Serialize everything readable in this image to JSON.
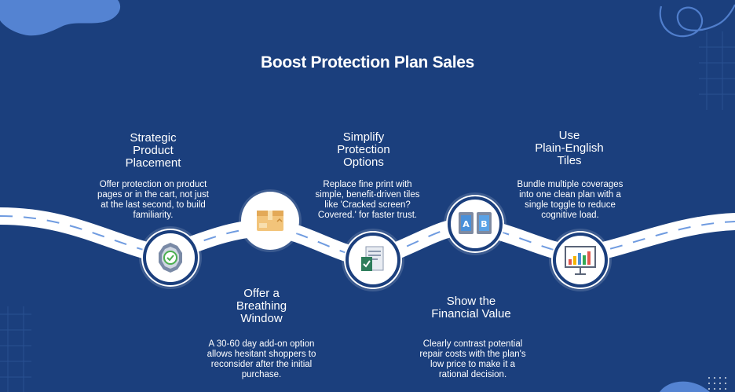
{
  "title": "Boost Protection Plan Sales",
  "steps": [
    {
      "title": [
        "Strategic",
        "Product",
        "Placement"
      ],
      "desc": [
        "Offer protection on product",
        "pages or in the cart, not just",
        "at the last second, to build",
        "familiarity."
      ],
      "icon": "badge-check-icon"
    },
    {
      "title": [
        "Offer a",
        "Breathing",
        "Window"
      ],
      "desc": [
        "A 30-60 day add-on option",
        "allows hesitant shoppers to",
        "reconsider after the initial",
        "purchase."
      ],
      "icon": "package-box-icon"
    },
    {
      "title": [
        "Simplify",
        "Protection",
        "Options"
      ],
      "desc": [
        "Replace fine print with",
        "simple, benefit-driven tiles",
        "like 'Cracked screen?",
        "Covered.' for faster trust."
      ],
      "icon": "document-check-icon"
    },
    {
      "title": [
        "Show the",
        "Financial Value"
      ],
      "desc": [
        "Clearly contrast potential",
        "repair costs with the plan's",
        "low price to make it a",
        "rational decision."
      ],
      "icon": "ab-tiles-icon"
    },
    {
      "title": [
        "Use",
        "Plain-English",
        "Tiles"
      ],
      "desc": [
        "Bundle multiple coverages",
        "into one clean plan with a",
        "single toggle to reduce",
        "cognitive load."
      ],
      "icon": "presentation-chart-icon"
    }
  ],
  "colors": {
    "background": "#1b3f7d",
    "road": "#ffffff",
    "dash": "#6f9be0",
    "ring": "#1b3f7d"
  }
}
